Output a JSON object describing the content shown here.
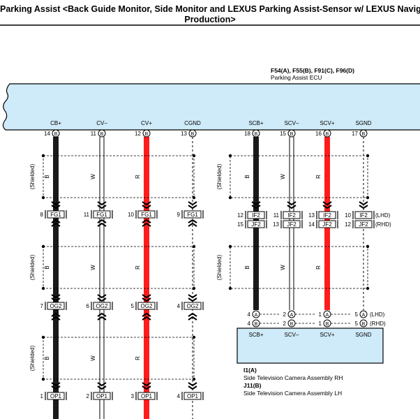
{
  "title": {
    "line1": "Parking Assist <Back Guide Monitor, Side Monitor and LEXUS Parking Assist-Sensor w/ LEXUS Navig",
    "line2": "Production>"
  },
  "ecu": {
    "connector_ids": "F54(A), F55(B), F91(C), F96(D)",
    "name": "Parking Assist ECU",
    "pins": [
      {
        "label": "CB+",
        "pin": "14",
        "conn": "B",
        "wire": "B"
      },
      {
        "label": "CV–",
        "pin": "11",
        "conn": "B",
        "wire": "W"
      },
      {
        "label": "CV+",
        "pin": "12",
        "conn": "B",
        "wire": "R"
      },
      {
        "label": "CGND",
        "pin": "13",
        "conn": "B",
        "wire": ""
      },
      {
        "label": "SCB+",
        "pin": "18",
        "conn": "B",
        "wire": "B"
      },
      {
        "label": "SCV–",
        "pin": "15",
        "conn": "B",
        "wire": "W"
      },
      {
        "label": "SCV+",
        "pin": "16",
        "conn": "B",
        "wire": "R"
      },
      {
        "label": "SGND",
        "pin": "17",
        "conn": "B",
        "wire": ""
      }
    ]
  },
  "shielded_label": "(Shielded)",
  "connectors": {
    "fg1": {
      "name": "FG1",
      "pins": [
        "8",
        "11",
        "10",
        "9"
      ]
    },
    "og2": {
      "name": "OG2",
      "pins": [
        "7",
        "6",
        "5",
        "4"
      ]
    },
    "op1": {
      "name": "OP1",
      "pins": [
        "1",
        "2",
        "3",
        "4"
      ]
    },
    "if2": {
      "name": "IF2",
      "pins": [
        "12",
        "11",
        "13",
        "10"
      ],
      "note": "(LHD)"
    },
    "jf2": {
      "name": "JF2",
      "pins": [
        "15",
        "13",
        "14",
        "12"
      ],
      "note": "(RHD)"
    }
  },
  "camera": {
    "row_a": {
      "pins": [
        "4",
        "2",
        "1",
        "5"
      ],
      "conn": "A",
      "note": "(LHD)"
    },
    "row_b": {
      "pins": [
        "4",
        "2",
        "1",
        "5"
      ],
      "conn": "B",
      "note": "(RHD)"
    },
    "labels": [
      "SCB+",
      "SCV–",
      "SCV+",
      "SGND"
    ],
    "id_a": "I1(A)",
    "name_a": "Side Television Camera Assembly RH",
    "id_b": "J11(B)",
    "name_b": "Side Television Camera Assembly LH"
  },
  "colors": {
    "ecu_fill": "#cfeaf8",
    "black_wire": "#1a1a1a",
    "red_wire": "#ff1c1c"
  }
}
